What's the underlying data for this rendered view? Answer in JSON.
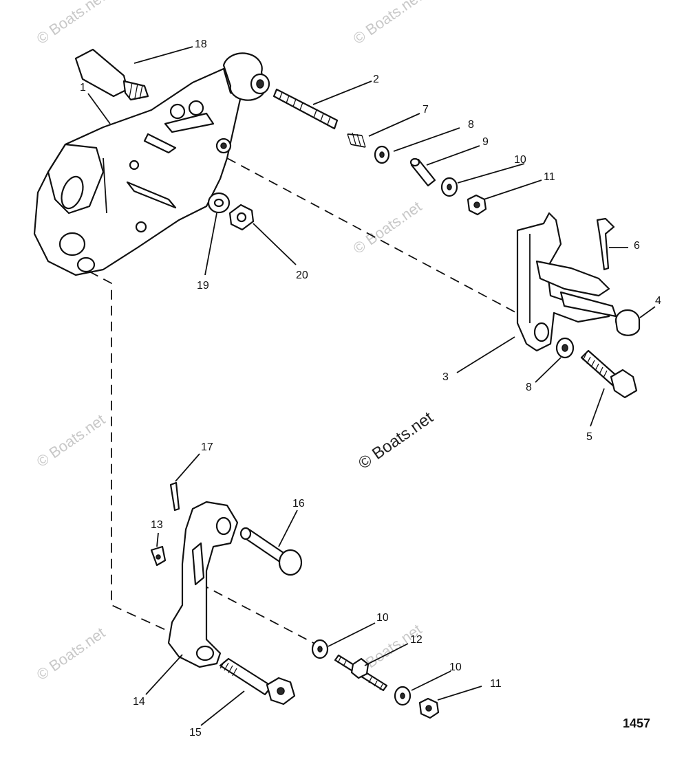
{
  "watermark": "© Boats.net",
  "figure_number": "1457",
  "callouts": {
    "c1": "1",
    "c2": "2",
    "c3": "3",
    "c4": "4",
    "c5": "5",
    "c6": "6",
    "c7": "7",
    "c8a": "8",
    "c8b": "8",
    "c9": "9",
    "c10a": "10",
    "c10b": "10",
    "c10c": "10",
    "c11a": "11",
    "c11b": "11",
    "c12": "12",
    "c13": "13",
    "c14": "14",
    "c15": "15",
    "c16": "16",
    "c17": "17",
    "c18": "18",
    "c19": "19",
    "c20": "20"
  }
}
